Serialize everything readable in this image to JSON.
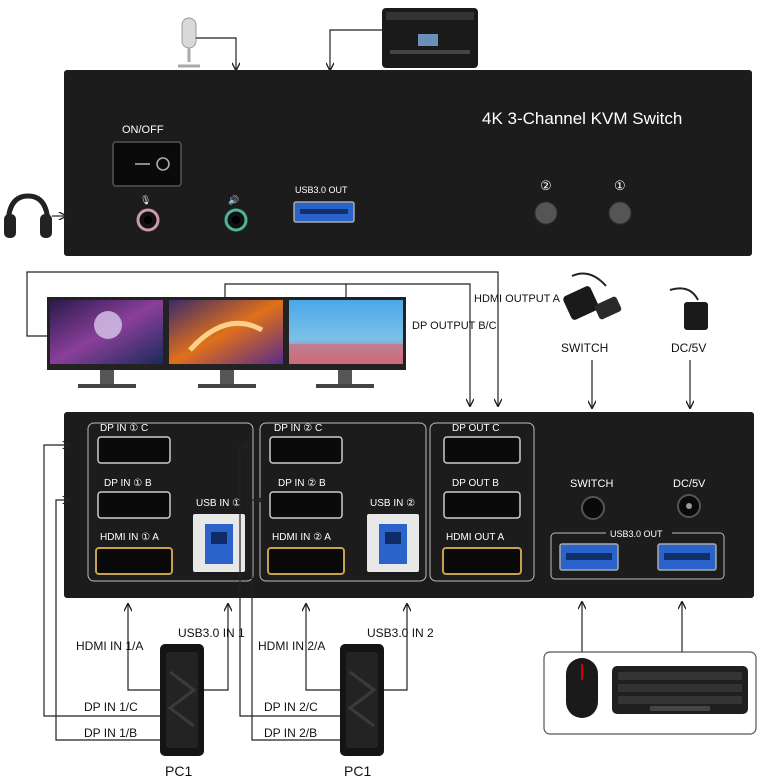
{
  "front_panel": {
    "title": "4K 3-Channel KVM Switch",
    "power_label": "ON/OFF",
    "usb_label": "USB3.0 OUT",
    "button_2": "②",
    "button_1": "①"
  },
  "rear_panel": {
    "dp_in_1c": "DP IN ① C",
    "dp_in_1b": "DP IN ① B",
    "hdmi_in_1a": "HDMI IN ① A",
    "usb_in_1": "USB IN ①",
    "dp_in_2c": "DP IN ② C",
    "dp_in_2b": "DP IN ② B",
    "hdmi_in_2a": "HDMI IN ② A",
    "usb_in_2": "USB IN ②",
    "dp_out_c": "DP OUT C",
    "dp_out_b": "DP OUT B",
    "hdmi_out_a": "HDMI OUT A",
    "switch": "SWITCH",
    "dc": "DC/5V",
    "usb_out": "USB3.0 OUT"
  },
  "callouts": {
    "hdmi_output_a": "HDMI OUTPUT A",
    "dp_output_bc": "DP OUTPUT B/C",
    "switch": "SWITCH",
    "dc": "DC/5V",
    "hdmi_in_1a": "HDMI IN 1/A",
    "usb30_in_1": "USB3.0 IN 1",
    "hdmi_in_2a": "HDMI IN 2/A",
    "usb30_in_2": "USB3.0 IN 2",
    "dp_in_1c": "DP IN 1/C",
    "dp_in_1b": "DP IN 1/B",
    "dp_in_2c": "DP IN 2/C",
    "dp_in_2b": "DP IN 2/B",
    "pc1_left": "PC1",
    "pc1_right": "PC1"
  }
}
